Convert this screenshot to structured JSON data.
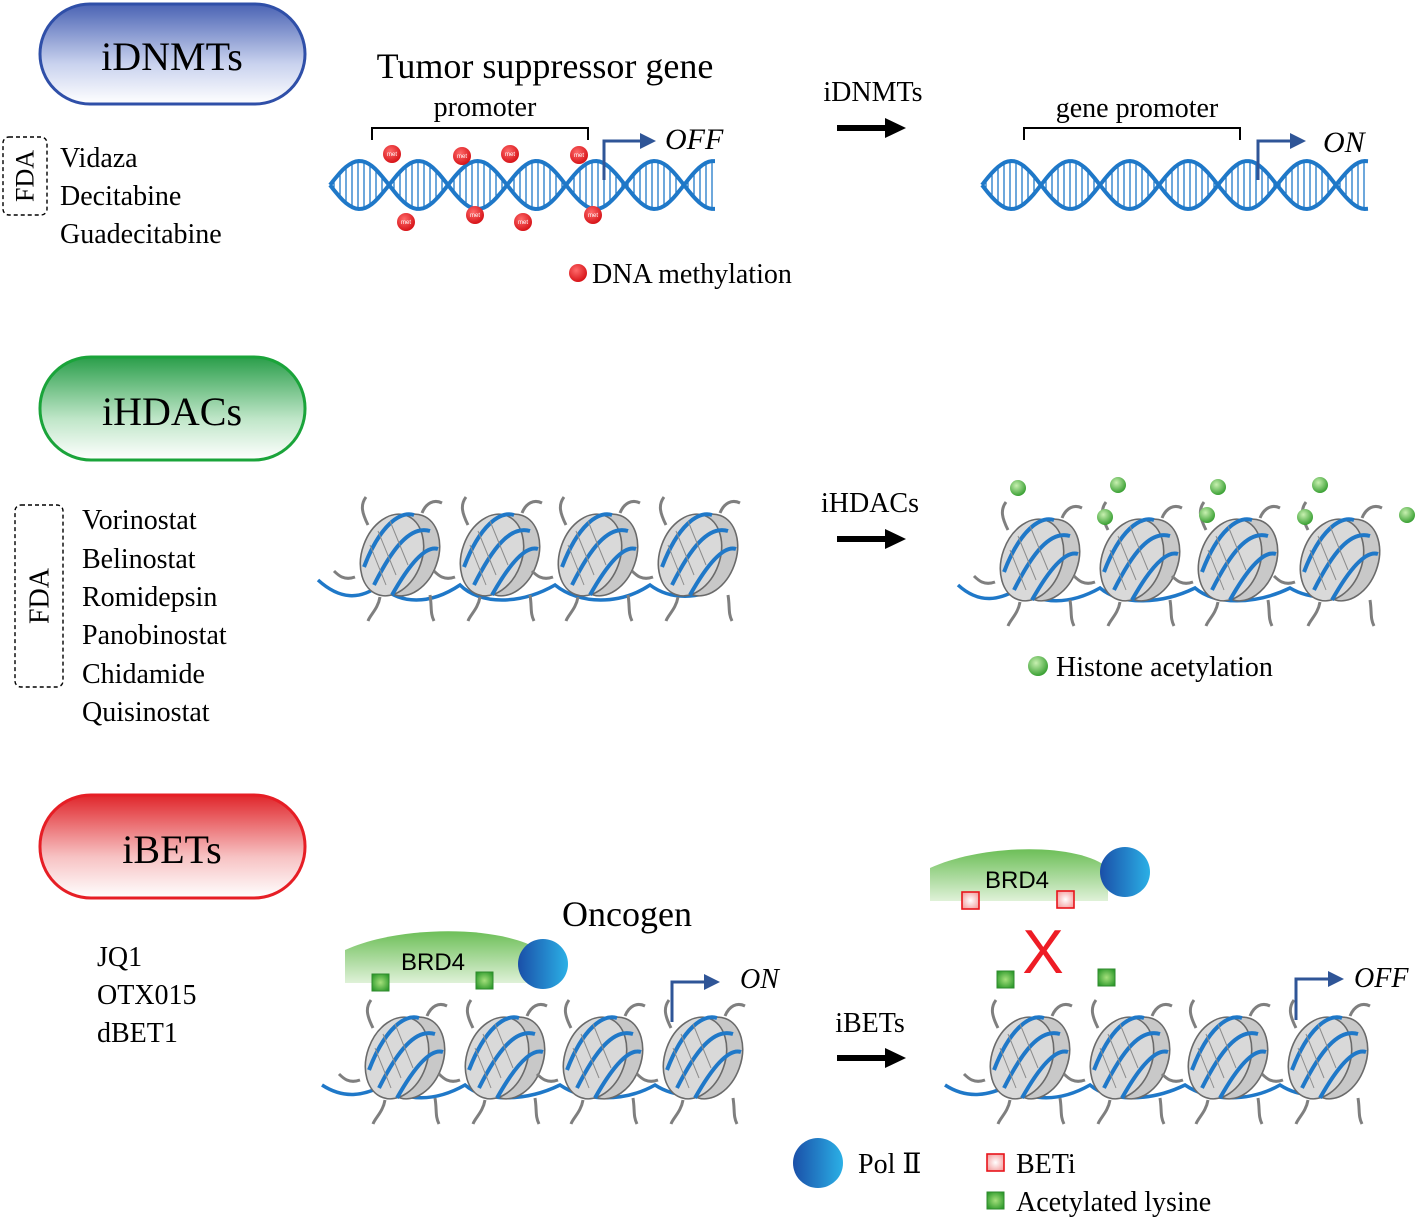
{
  "colors": {
    "dna_blue": "#1f78c8",
    "methylation_red": "#e8141b",
    "acetyl_green": "#3aaa35",
    "pill_blue": "#2f4fa8",
    "pill_green": "#1aa43a",
    "pill_red": "#e61e25",
    "brd4_green": "#9ed58a",
    "arrow_navy": "#2f5597",
    "inhibit_x": "#ee1c25",
    "histone_gray": "#c8c8c8"
  },
  "sections": {
    "dnmt": {
      "pill_label": "iDNMTs",
      "fda_label": "FDA",
      "drugs": [
        "Vidaza",
        "Decitabine",
        "Guadecitabine"
      ],
      "title": "Tumor suppressor gene",
      "left_promoter_label": "promoter",
      "left_state": "OFF",
      "arrow_label": "iDNMTs",
      "right_promoter_label": "gene promoter",
      "right_state": "ON",
      "met_label": "met",
      "legend_label": "DNA methylation"
    },
    "hdac": {
      "pill_label": "iHDACs",
      "fda_label": "FDA",
      "drugs": [
        "Vorinostat",
        "Belinostat",
        "Romidepsin",
        "Panobinostat",
        "Chidamide",
        "Quisinostat"
      ],
      "arrow_label": "iHDACs",
      "legend_label": "Histone acetylation"
    },
    "bet": {
      "pill_label": "iBETs",
      "drugs": [
        "JQ1",
        "OTX015",
        "dBET1"
      ],
      "title": "Oncogen",
      "brd4_label": "BRD4",
      "left_state": "ON",
      "arrow_label": "iBETs",
      "right_state": "OFF",
      "inhibit_mark": "X",
      "legend_polii": "Pol Ⅱ",
      "legend_beti": "BETi",
      "legend_acetyl_lysine": "Acetylated lysine"
    }
  }
}
